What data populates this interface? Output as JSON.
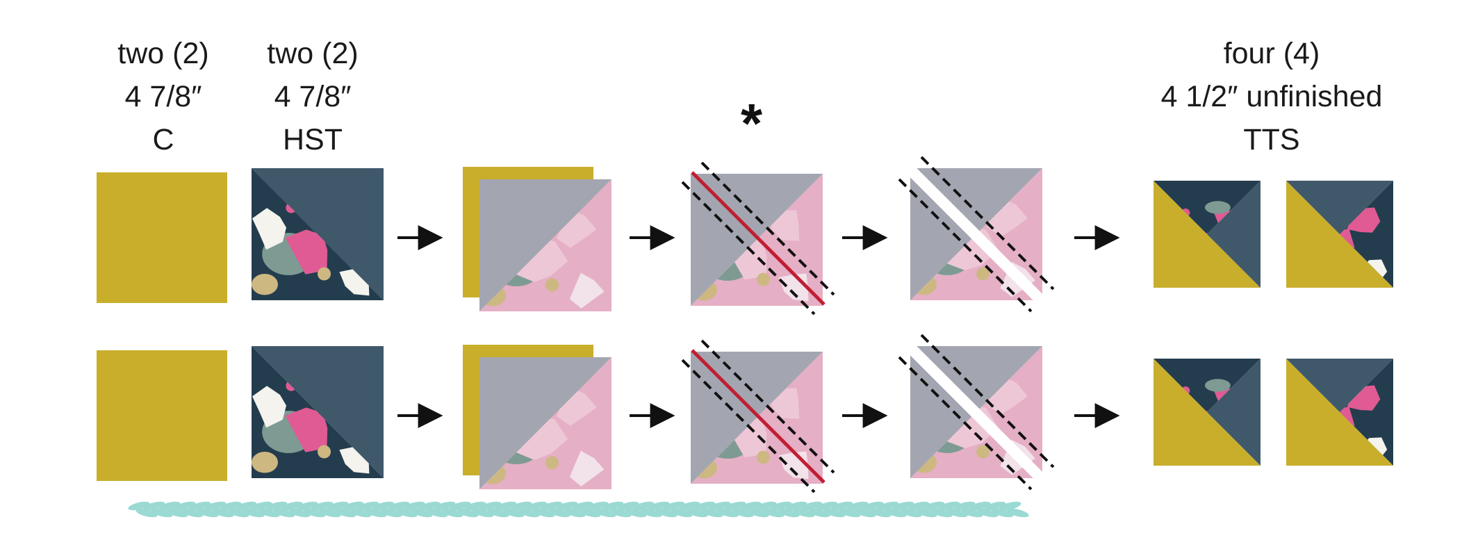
{
  "labels": {
    "col1": {
      "qty": "two (2)",
      "size": "4 7/8″",
      "name": "C"
    },
    "col2": {
      "qty": "two (2)",
      "size": "4 7/8″",
      "name": "HST"
    },
    "result": {
      "qty": "four (4)",
      "size": "4 1/2″ unfinished",
      "name": "TTS"
    },
    "asterisk": "*"
  },
  "colors": {
    "mustard": "#C9AE2C",
    "navy": "#3F596B",
    "gray": "#A3A6B1",
    "pink": "#E5AFC5",
    "pink_light": "#EEC7D6",
    "hot_pink": "#E05B93",
    "dark_navy": "#243D4E",
    "leaf_green": "#7E9B93",
    "cream": "#F4F3EE",
    "tan": "#CDB882",
    "stitch_red": "#C01F32",
    "dash": "#111111",
    "border_leaf": "#9ADAD2"
  },
  "icons": {
    "arrow": "right-arrow-icon",
    "border": "leaf-vine-border"
  },
  "rows": 2
}
